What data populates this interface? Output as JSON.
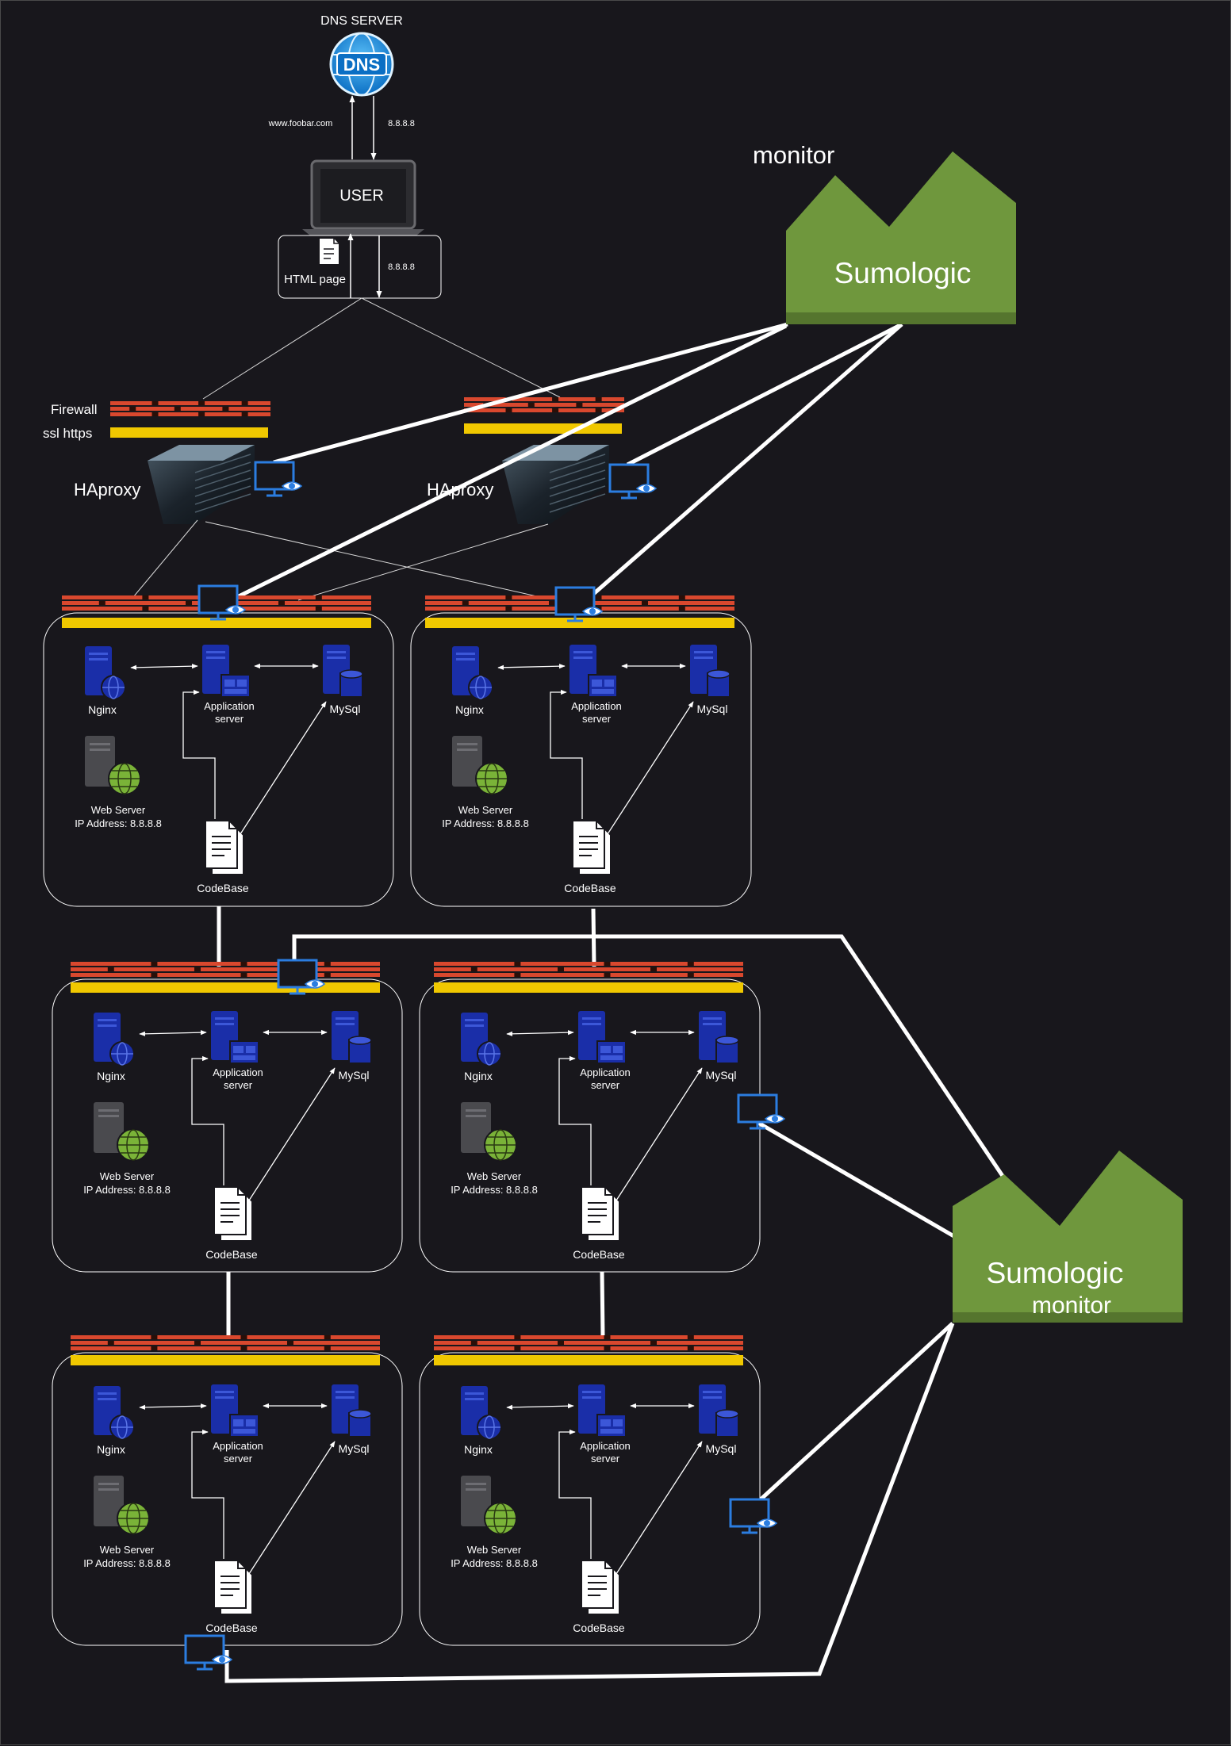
{
  "dns": {
    "title": "DNS SERVER",
    "badge": "DNS"
  },
  "user": {
    "label": "USER",
    "html_page": "HTML page",
    "query": "www.foobar.com",
    "reply_ip": "8.8.8.8",
    "page_ip": "8.8.8.8"
  },
  "edge": {
    "firewall": "Firewall",
    "ssl": "ssl https"
  },
  "proxies": [
    {
      "label": "HAproxy"
    },
    {
      "label": "HAproxy"
    }
  ],
  "monitor_top": {
    "caption": "monitor",
    "name": "Sumologic"
  },
  "monitor_bottom": {
    "name": "Sumologic",
    "caption": "monitor"
  },
  "cluster": {
    "nginx": "Nginx",
    "app_line1": "Application",
    "app_line2": "server",
    "mysql": "MySql",
    "web_line1": "Web Server",
    "web_line2": "IP Address: 8.8.8.8",
    "codebase": "CodeBase"
  },
  "colors": {
    "background": "#18171c",
    "firewall": "#d9482e",
    "ssl": "#f0c800",
    "server_blue": "#1a2ea8",
    "monitor_green": "#6f973d",
    "agent_blue": "#2b7de0"
  }
}
